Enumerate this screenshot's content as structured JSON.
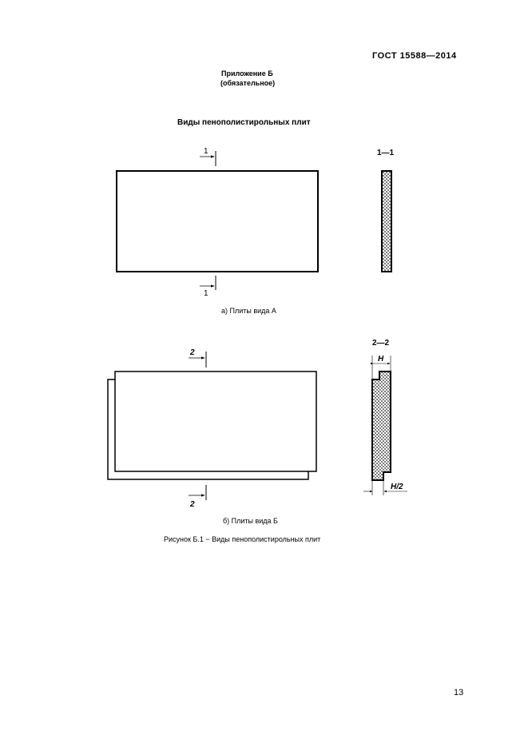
{
  "header": {
    "standard": "ГОСТ 15588—2014"
  },
  "annex": {
    "title": "Приложение Б",
    "status": "(обязательное)"
  },
  "section_title": "Виды пенополистирольных плит",
  "figure_a": {
    "section_mark": "1",
    "section_label": "1—1",
    "caption": "а) Плиты вида А"
  },
  "figure_b": {
    "section_mark": "2",
    "section_label": "2—2",
    "dim_h": "H",
    "dim_h2": "H/2",
    "caption": "б) Плиты вида Б"
  },
  "figure_caption": "Рисунок  Б.1 − Виды пенополистирольных плит",
  "page_number": "13"
}
